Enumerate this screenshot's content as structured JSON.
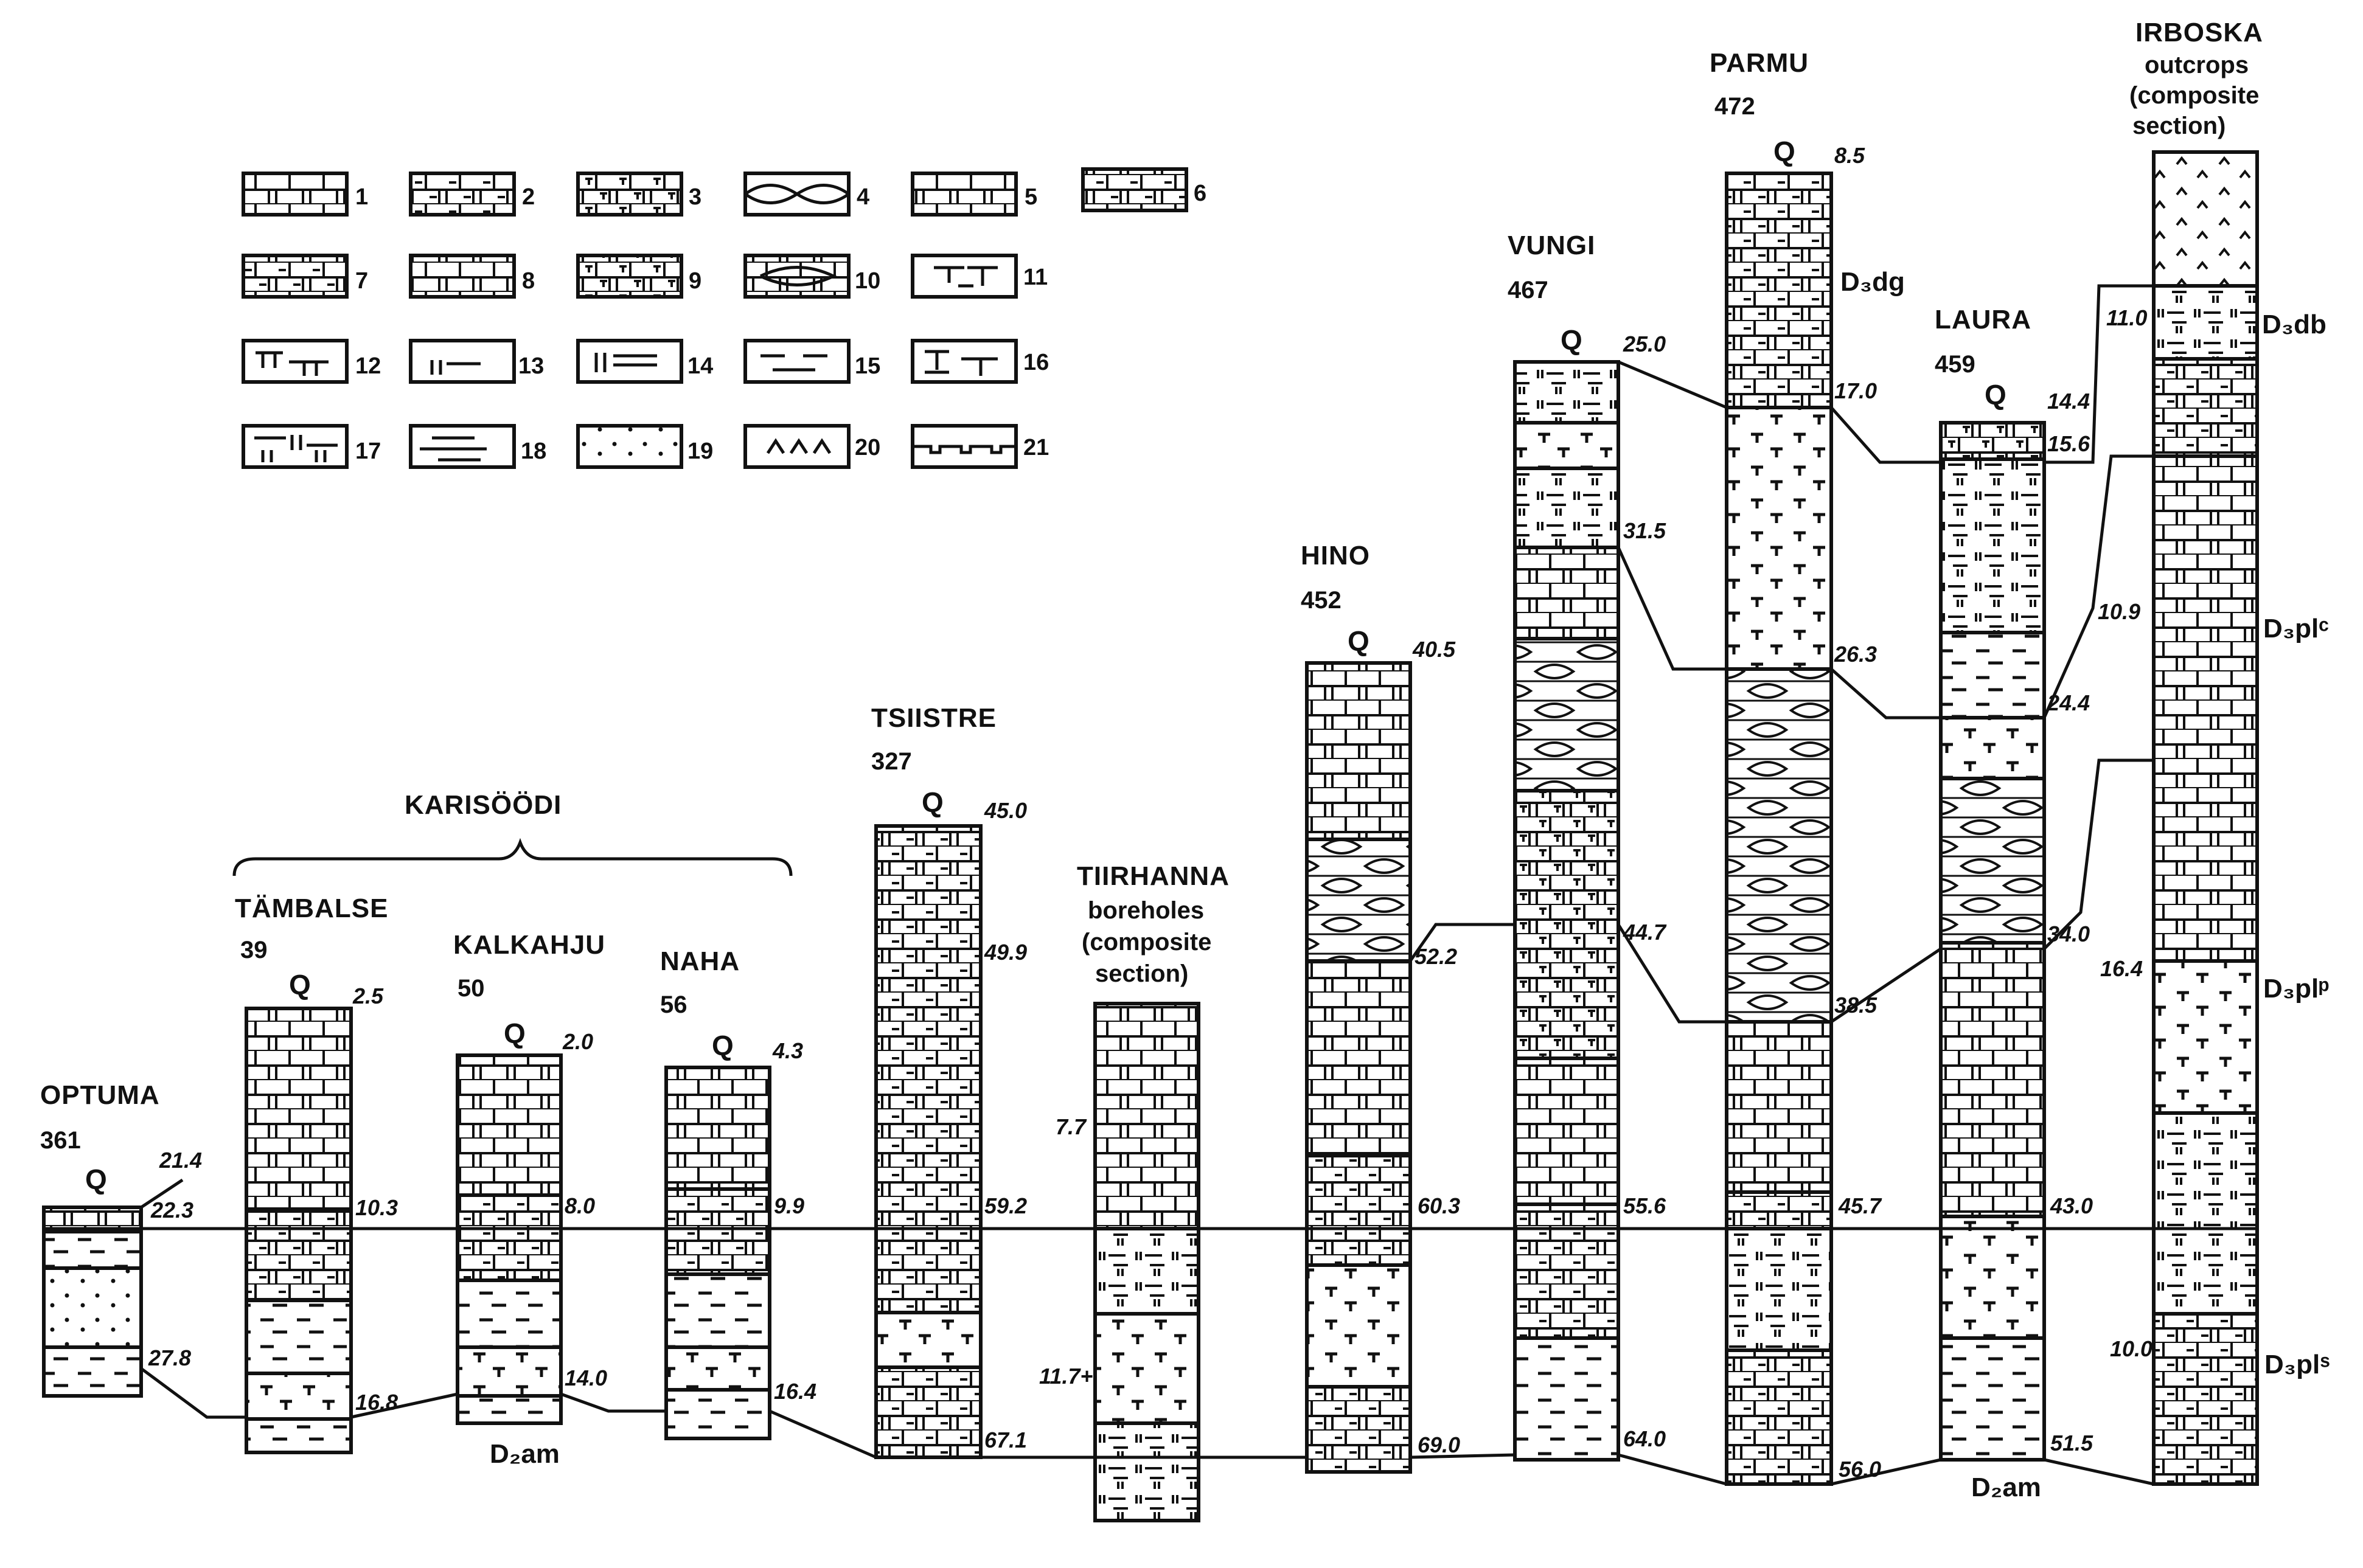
{
  "legend": [
    "1",
    "2",
    "3",
    "4",
    "5",
    "6",
    "7",
    "8",
    "9",
    "10",
    "11",
    "12",
    "13",
    "14",
    "15",
    "16",
    "17",
    "18",
    "19",
    "20",
    "21"
  ],
  "group_label": "KARISÖÖDI",
  "q_label": "Q",
  "sections": [
    {
      "name": "OPTUMA",
      "number": "361",
      "depths": [
        "21.4",
        "22.3",
        "27.8"
      ]
    },
    {
      "name": "TÄMBALSE",
      "number": "39",
      "depths": [
        "2.5",
        "10.3",
        "16.8"
      ]
    },
    {
      "name": "KALKAHJU",
      "number": "50",
      "depths": [
        "2.0",
        "8.0",
        "14.0"
      ]
    },
    {
      "name": "NAHA",
      "number": "56",
      "depths": [
        "4.3",
        "9.9",
        "16.4"
      ]
    },
    {
      "name": "TSIISTRE",
      "number": "327",
      "depths": [
        "45.0",
        "49.9",
        "59.2",
        "67.1"
      ]
    },
    {
      "name": "TIIRHANNA",
      "subtitle": [
        "boreholes",
        "(composite",
        "section)"
      ],
      "depths": [
        "7.7",
        "11.7+"
      ]
    },
    {
      "name": "HINO",
      "number": "452",
      "depths": [
        "40.5",
        "52.2",
        "60.3",
        "69.0"
      ]
    },
    {
      "name": "VUNGI",
      "number": "467",
      "depths": [
        "25.0",
        "31.5",
        "44.7",
        "55.6",
        "64.0"
      ]
    },
    {
      "name": "PARMU",
      "number": "472",
      "depths": [
        "8.5",
        "17.0",
        "26.3",
        "38.5",
        "45.7",
        "56.0"
      ]
    },
    {
      "name": "LAURA",
      "number": "459",
      "depths": [
        "14.4",
        "15.6",
        "24.4",
        "34.0",
        "43.0",
        "51.5"
      ]
    },
    {
      "name": "IRBOSKA",
      "subtitle": [
        "outcrops",
        "(composite",
        "section)"
      ],
      "depths": [
        "11.0",
        "10.9",
        "16.4",
        "10.0"
      ]
    }
  ],
  "strat_labels": {
    "d2am": "D₂am",
    "d3dg": "D₃dg",
    "d3db": "D₃db",
    "d3plc": "D₃plᶜ",
    "d3plp": "D₃plᵖ",
    "d3pls": "D₃plˢ"
  }
}
